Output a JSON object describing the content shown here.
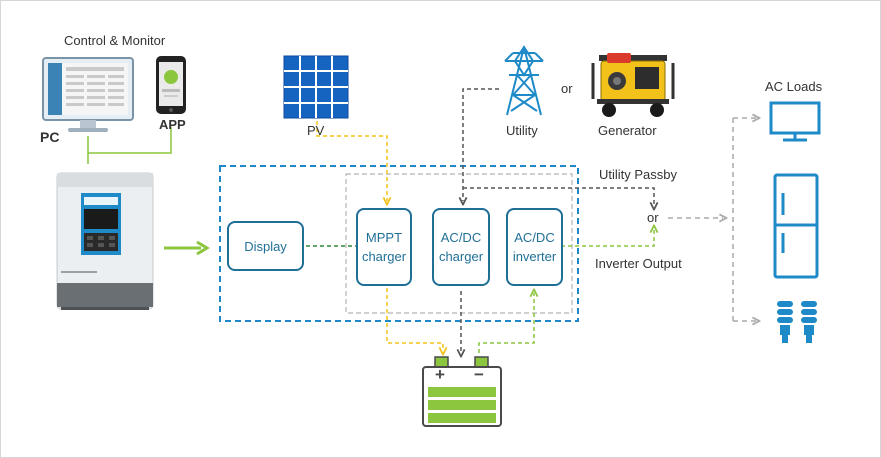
{
  "labels": {
    "control_monitor": "Control & Monitor",
    "pc": "PC",
    "app": "APP",
    "pv": "PV",
    "utility": "Utility",
    "or_top": "or",
    "generator": "Generator",
    "ac_loads": "AC Loads",
    "utility_passby": "Utility Passby",
    "or_mid": "or",
    "inverter_output": "Inverter Output"
  },
  "blocks": {
    "display": "Display",
    "mppt_line1": "MPPT",
    "mppt_line2": "charger",
    "acdc_charger_line1": "AC/DC",
    "acdc_charger_line2": "charger",
    "acdc_inverter_line1": "AC/DC",
    "acdc_inverter_line2": "inverter"
  },
  "battery": {
    "plus": "+",
    "minus": "−"
  },
  "colors": {
    "block_border": "#1f6f97",
    "outer_dash": "#1e88c8",
    "inner_dash": "#b5b5b5",
    "pv_line": "#f2c21b",
    "grid_line": "#555555",
    "inverter_line": "#8cc63f",
    "load_line": "#aaaaaa",
    "display_line": "#2e8b3a",
    "monitor_line": "#8cc63f",
    "battery_green": "#8cc63f",
    "battery_border": "#4a4a4a",
    "solar_blue": "#1565c0",
    "load_icon_blue": "#1f8ac8"
  },
  "icons": [
    "pc-monitor-icon",
    "smartphone-icon",
    "solar-panel-icon",
    "pylon-icon",
    "generator-icon",
    "inverter-unit-icon",
    "tv-icon",
    "fridge-icon",
    "bulb-icon",
    "battery-icon",
    "arrow-right-icon"
  ]
}
